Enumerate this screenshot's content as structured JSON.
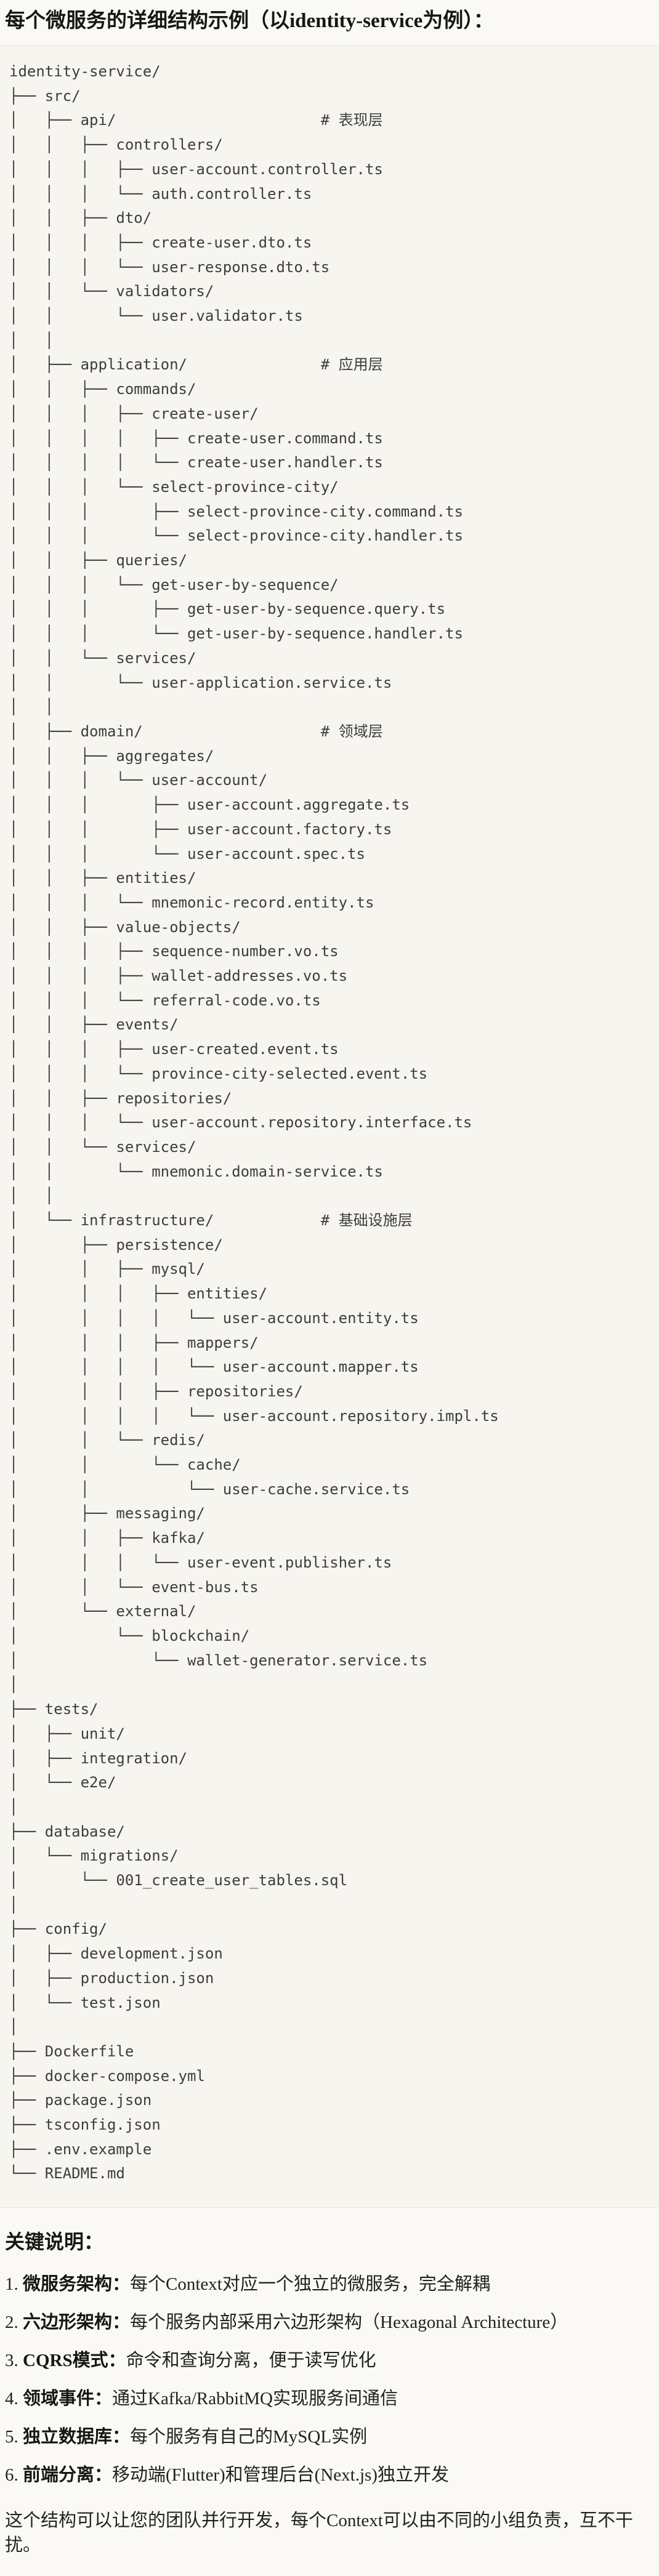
{
  "page": {
    "background": "#FAF9F5",
    "title": "每个微服务的详细结构示例（以identity-service为例）："
  },
  "code_block": {
    "background": "#F6F5F0",
    "border_color": "#E7E5DE",
    "text_color": "#3E3D39",
    "tree_lines": [
      "identity-service/",
      "├── src/",
      "│   ├── api/                       # 表现层",
      "│   │   ├── controllers/",
      "│   │   │   ├── user-account.controller.ts",
      "│   │   │   └── auth.controller.ts",
      "│   │   ├── dto/",
      "│   │   │   ├── create-user.dto.ts",
      "│   │   │   └── user-response.dto.ts",
      "│   │   └── validators/",
      "│   │       └── user.validator.ts",
      "│   │",
      "│   ├── application/               # 应用层",
      "│   │   ├── commands/",
      "│   │   │   ├── create-user/",
      "│   │   │   │   ├── create-user.command.ts",
      "│   │   │   │   └── create-user.handler.ts",
      "│   │   │   └── select-province-city/",
      "│   │   │       ├── select-province-city.command.ts",
      "│   │   │       └── select-province-city.handler.ts",
      "│   │   ├── queries/",
      "│   │   │   └── get-user-by-sequence/",
      "│   │   │       ├── get-user-by-sequence.query.ts",
      "│   │   │       └── get-user-by-sequence.handler.ts",
      "│   │   └── services/",
      "│   │       └── user-application.service.ts",
      "│   │",
      "│   ├── domain/                    # 领域层",
      "│   │   ├── aggregates/",
      "│   │   │   └── user-account/",
      "│   │   │       ├── user-account.aggregate.ts",
      "│   │   │       ├── user-account.factory.ts",
      "│   │   │       └── user-account.spec.ts",
      "│   │   ├── entities/",
      "│   │   │   └── mnemonic-record.entity.ts",
      "│   │   ├── value-objects/",
      "│   │   │   ├── sequence-number.vo.ts",
      "│   │   │   ├── wallet-addresses.vo.ts",
      "│   │   │   └── referral-code.vo.ts",
      "│   │   ├── events/",
      "│   │   │   ├── user-created.event.ts",
      "│   │   │   └── province-city-selected.event.ts",
      "│   │   ├── repositories/",
      "│   │   │   └── user-account.repository.interface.ts",
      "│   │   └── services/",
      "│   │       └── mnemonic.domain-service.ts",
      "│   │",
      "│   └── infrastructure/            # 基础设施层",
      "│       ├── persistence/",
      "│       │   ├── mysql/",
      "│       │   │   ├── entities/",
      "│       │   │   │   └── user-account.entity.ts",
      "│       │   │   ├── mappers/",
      "│       │   │   │   └── user-account.mapper.ts",
      "│       │   │   ├── repositories/",
      "│       │   │   │   └── user-account.repository.impl.ts",
      "│       │   └── redis/",
      "│       │       └── cache/",
      "│       │           └── user-cache.service.ts",
      "│       ├── messaging/",
      "│       │   ├── kafka/",
      "│       │   │   └── user-event.publisher.ts",
      "│       │   └── event-bus.ts",
      "│       └── external/",
      "│           └── blockchain/",
      "│               └── wallet-generator.service.ts",
      "│",
      "├── tests/",
      "│   ├── unit/",
      "│   ├── integration/",
      "│   └── e2e/",
      "│",
      "├── database/",
      "│   └── migrations/",
      "│       └── 001_create_user_tables.sql",
      "│",
      "├── config/",
      "│   ├── development.json",
      "│   ├── production.json",
      "│   └── test.json",
      "│",
      "├── Dockerfile",
      "├── docker-compose.yml",
      "├── package.json",
      "├── tsconfig.json",
      "├── .env.example",
      "└── README.md"
    ]
  },
  "notes": {
    "heading": "关键说明：",
    "items": [
      {
        "number": "1.",
        "label": "微服务架构：",
        "text": "每个Context对应一个独立的微服务，完全解耦"
      },
      {
        "number": "2.",
        "label": "六边形架构：",
        "text": "每个服务内部采用六边形架构（Hexagonal Architecture）"
      },
      {
        "number": "3.",
        "label": "CQRS模式：",
        "text": "命令和查询分离，便于读写优化"
      },
      {
        "number": "4.",
        "label": "领域事件：",
        "text": "通过Kafka/RabbitMQ实现服务间通信"
      },
      {
        "number": "5.",
        "label": "独立数据库：",
        "text": "每个服务有自己的MySQL实例"
      },
      {
        "number": "6.",
        "label": "前端分离：",
        "text": "移动端(Flutter)和管理后台(Next.js)独立开发"
      }
    ],
    "closing": "这个结构可以让您的团队并行开发，每个Context可以由不同的小组负责，互不干扰。"
  }
}
